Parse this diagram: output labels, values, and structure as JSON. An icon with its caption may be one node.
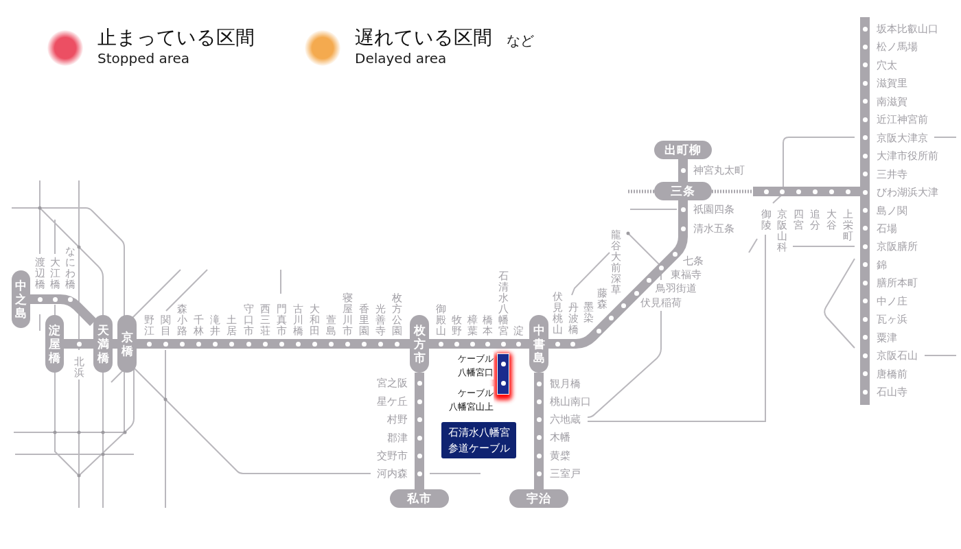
{
  "diagram": {
    "nodes": [
      {
        "text": [],
        "shape": "bar",
        "beside": [
          "坂本比叡山口",
          "松ノ馬場",
          "穴太",
          "滋賀里",
          "南滋賀",
          "近江神宮前",
          "京阪大津京",
          "大津市役所前",
          "三井寺",
          "びわ湖浜大津",
          "島ノ関",
          "石場",
          "京阪膳所",
          "錦",
          "膳所本町",
          "中ノ庄",
          "瓦ヶ浜",
          "粟津",
          "京阪石山",
          "唐橋前",
          "石山寺"
        ]
      },
      {
        "text": [
          "出町柳"
        ]
      },
      {
        "text": [
          "三条"
        ]
      },
      {
        "text": [
          "中之島"
        ]
      },
      {
        "text": [
          "淀屋橋"
        ]
      },
      {
        "text": [
          "天満橋"
        ]
      },
      {
        "text": [
          "京橋"
        ]
      },
      {
        "text": [
          "枚方市"
        ]
      },
      {
        "text": [
          "中書島"
        ]
      },
      {
        "text": [
          "石清水八幡宮参道ケーブル"
        ]
      },
      {
        "text": [
          "私市"
        ]
      },
      {
        "text": [
          "宇治"
        ]
      }
    ],
    "edges": [
      {
        "from": 3,
        "to": 5,
        "arrow": "none"
      },
      {
        "from": 4,
        "to": 5,
        "arrow": "none"
      },
      {
        "from": 5,
        "to": 6,
        "arrow": "none"
      },
      {
        "from": 6,
        "to": 7,
        "arrow": "none"
      },
      {
        "from": 7,
        "to": 8,
        "arrow": "none"
      },
      {
        "from": 8,
        "to": 2,
        "arrow": "none"
      },
      {
        "from": 2,
        "to": 1,
        "arrow": "none"
      },
      {
        "from": 7,
        "to": 10,
        "arrow": "none"
      },
      {
        "from": 8,
        "to": 11,
        "arrow": "none"
      },
      {
        "from": 2,
        "to": null,
        "arrow": "none",
        "style": "dashed"
      },
      {
        "from": null,
        "to": 2,
        "arrow": "none",
        "style": "dashed"
      },
      {
        "from": null,
        "to": 0,
        "arrow": "none"
      }
    ],
    "labels": [
      "Stopped area",
      "など",
      "Delayed area",
      "渡辺橋",
      "大江橋",
      "なにわ橋",
      "北浜",
      "野江",
      "関目",
      "森小路",
      "千林",
      "滝井",
      "土居",
      "守口市",
      "西三荘",
      "門真市",
      "古川橋",
      "大和田",
      "萱島",
      "寝屋川市",
      "香里園",
      "光善寺",
      "枚方公園",
      "御殿山",
      "牧野",
      "樟葉",
      "橋本",
      "石清水八幡宮",
      "淀",
      "伏見桃山",
      "丹波橋",
      "墨染",
      "藤森",
      "龍谷大前深草",
      "伏見稲荷",
      "鳥羽街道",
      "東福寺",
      "七条",
      "清水五条",
      "祇園四条",
      "神宮丸太町",
      "御陵",
      "京阪山科",
      "四宮",
      "追分",
      "大谷",
      "上栄町",
      "宮之阪",
      "星ケ丘",
      "村野",
      "郡津",
      "交野市",
      "河内森",
      "観月橋",
      "桃山南口",
      "六地蔵",
      "木幡",
      "黄檗",
      "三室戸",
      "ケーブル八幡宮口",
      "ケーブル八幡宮山上"
    ],
    "legend": [
      {
        "text": "止まっている区間",
        "color": "#ec4f63"
      },
      {
        "text": "遅れている区間",
        "color": "#f4aa4f"
      }
    ]
  }
}
